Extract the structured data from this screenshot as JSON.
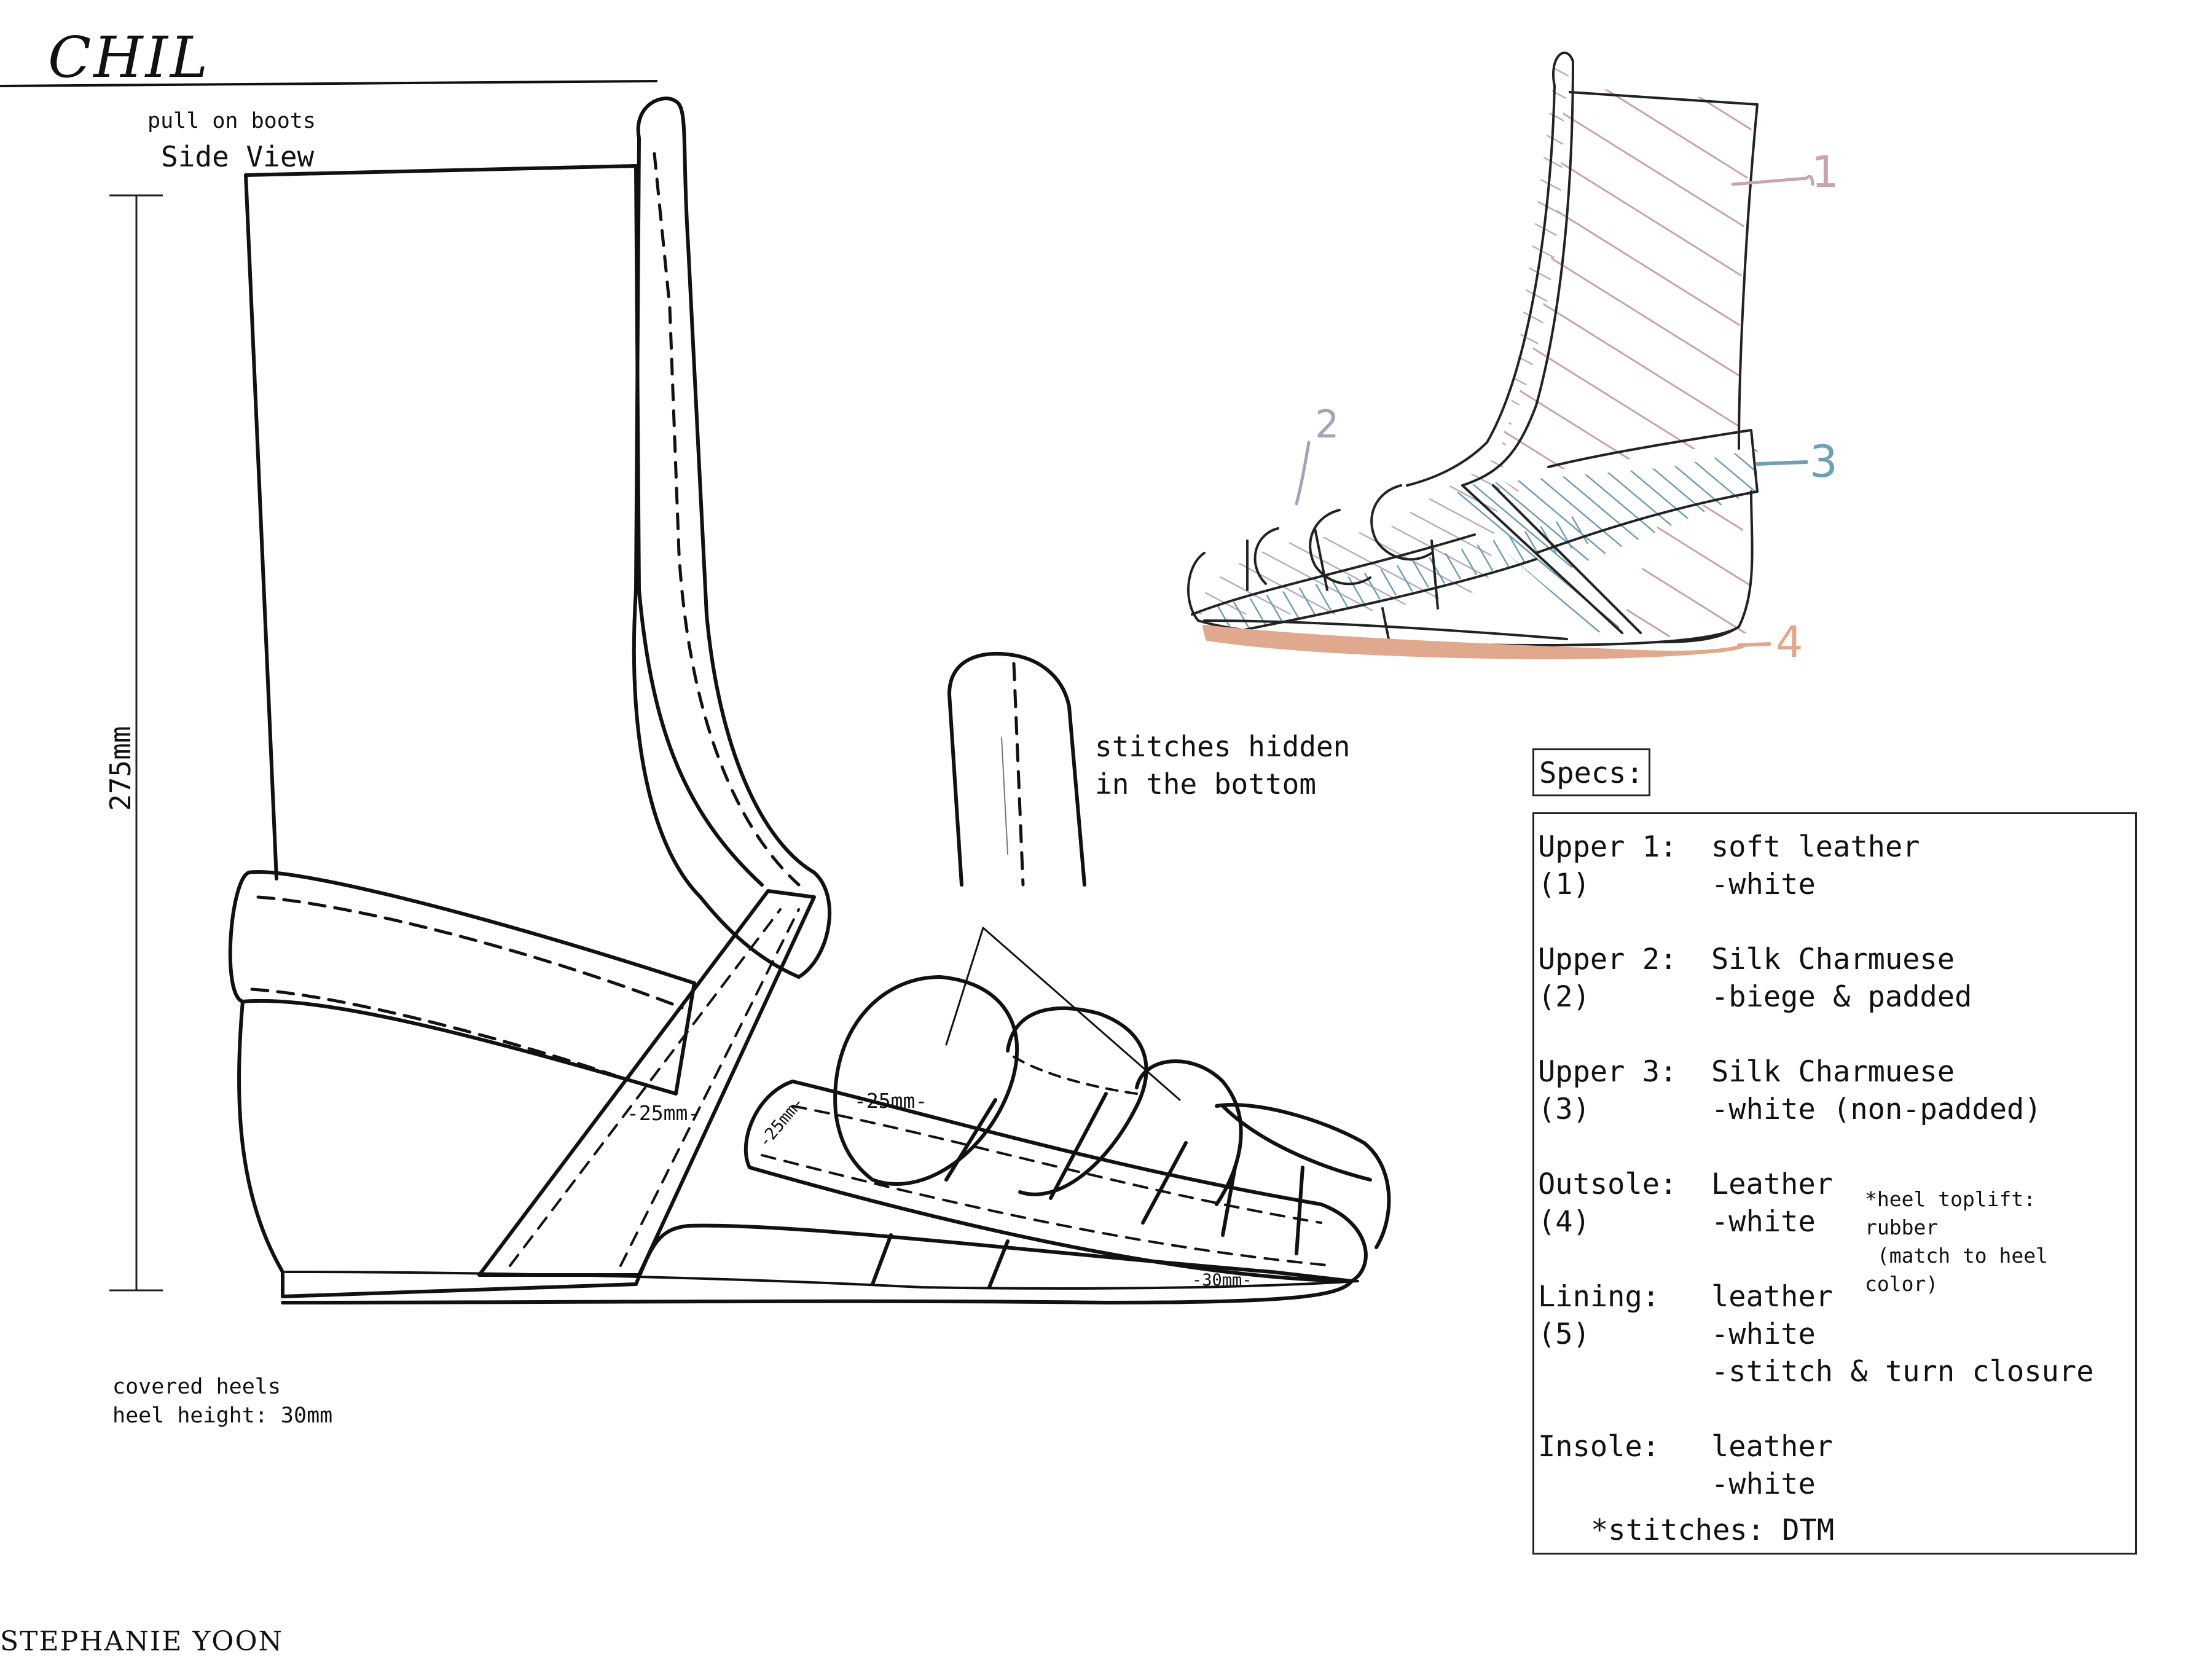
{
  "header": {
    "title": "CHIL"
  },
  "side_view": {
    "caption_line1": "pull on boots",
    "caption_line2": "Side View",
    "height_dimension": "275mm",
    "dim_strap_a": "-25mm-",
    "dim_strap_b": "-25mm-",
    "dim_strap_c": "-25mm-",
    "dim_sole": "-30mm-",
    "heel_note_line1": "covered heels",
    "heel_note_line2": "heel height: 30mm"
  },
  "detail": {
    "note_line1": "stitches hidden",
    "note_line2": "in the bottom"
  },
  "color_sketch": {
    "callouts": [
      "1",
      "2",
      "3",
      "4"
    ],
    "colors": {
      "upper1": "#c9a3ad",
      "upper2": "#a7a1b8",
      "upper3": "#6e9fb3",
      "outsole": "#e0a88c"
    }
  },
  "specs": {
    "label": "Specs:",
    "rows": [
      {
        "name": "Upper 1:",
        "code": "(1)",
        "lines": [
          "soft leather",
          "-white"
        ]
      },
      {
        "name": "Upper 2:",
        "code": "(2)",
        "lines": [
          "Silk Charmuese",
          "-biege & padded"
        ]
      },
      {
        "name": "Upper 3:",
        "code": "(3)",
        "lines": [
          "Silk Charmuese",
          "-white (non-padded)"
        ]
      },
      {
        "name": "Outsole:",
        "code": "(4)",
        "lines": [
          "Leather",
          "-white"
        ]
      },
      {
        "name": "Lining:",
        "code": "(5)",
        "lines": [
          "leather",
          "-white",
          "-stitch & turn closure"
        ]
      },
      {
        "name": "Insole:",
        "code": "",
        "lines": [
          "leather",
          "-white"
        ]
      }
    ],
    "heel_toplift_note": [
      "*heel toplift:",
      "rubber",
      " (match to heel",
      "color)"
    ],
    "stitches_note": "*stitches: DTM"
  },
  "footer": {
    "designer": "STEPHANIE YOON"
  }
}
